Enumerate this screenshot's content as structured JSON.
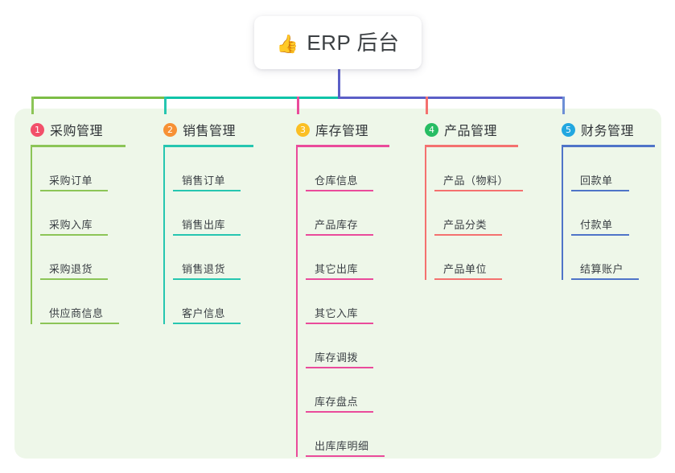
{
  "root": {
    "icon": "thumbs-up-icon",
    "icon_glyph": "👍",
    "label": "ERP 后台"
  },
  "palette": {
    "panel_bg": "#eef7e9",
    "root_bg": "#ffffff",
    "root_text": "#3c4043",
    "trunk": "#5b5fc7",
    "bar_green": "#7cbd45",
    "bar_teal": "#0fc4a8",
    "bar_purple": "#5b5fc7"
  },
  "columns": [
    {
      "number": "1",
      "title": "采购管理",
      "badge_color": "#f2506a",
      "line_color": "#8cc557",
      "drop_color": "#8cc557",
      "underline_width": 118,
      "items": [
        {
          "label": "采购订单",
          "rule_width": 84
        },
        {
          "label": "采购入库",
          "rule_width": 84
        },
        {
          "label": "采购退货",
          "rule_width": 84
        },
        {
          "label": "供应商信息",
          "rule_width": 98
        }
      ]
    },
    {
      "number": "2",
      "title": "销售管理",
      "badge_color": "#f79135",
      "line_color": "#26c6b0",
      "drop_color": "#26c6b0",
      "underline_width": 112,
      "items": [
        {
          "label": "销售订单",
          "rule_width": 84
        },
        {
          "label": "销售出库",
          "rule_width": 84
        },
        {
          "label": "销售退货",
          "rule_width": 84
        },
        {
          "label": "客户信息",
          "rule_width": 84
        }
      ]
    },
    {
      "number": "3",
      "title": "库存管理",
      "badge_color": "#fbbf24",
      "line_color": "#ea4b9b",
      "drop_color": "#ea4b9b",
      "underline_width": 116,
      "items": [
        {
          "label": "仓库信息",
          "rule_width": 84
        },
        {
          "label": "产品库存",
          "rule_width": 84
        },
        {
          "label": "其它出库",
          "rule_width": 84
        },
        {
          "label": "其它入库",
          "rule_width": 84
        },
        {
          "label": "库存调拨",
          "rule_width": 84
        },
        {
          "label": "库存盘点",
          "rule_width": 84
        },
        {
          "label": "出库库明细",
          "rule_width": 98
        }
      ]
    },
    {
      "number": "4",
      "title": "产品管理",
      "badge_color": "#27bd63",
      "line_color": "#f4716f",
      "drop_color": "#f4716f",
      "underline_width": 116,
      "items": [
        {
          "label": "产品（物料）",
          "rule_width": 110
        },
        {
          "label": "产品分类",
          "rule_width": 84
        },
        {
          "label": "产品单位",
          "rule_width": 84
        }
      ]
    },
    {
      "number": "5",
      "title": "财务管理",
      "badge_color": "#22a7e0",
      "line_color": "#4f74c8",
      "drop_color": "#6d8fd6",
      "underline_width": 116,
      "items": [
        {
          "label": "回款单",
          "rule_width": 72
        },
        {
          "label": "付款单",
          "rule_width": 72
        },
        {
          "label": "结算账户",
          "rule_width": 84
        }
      ]
    }
  ]
}
